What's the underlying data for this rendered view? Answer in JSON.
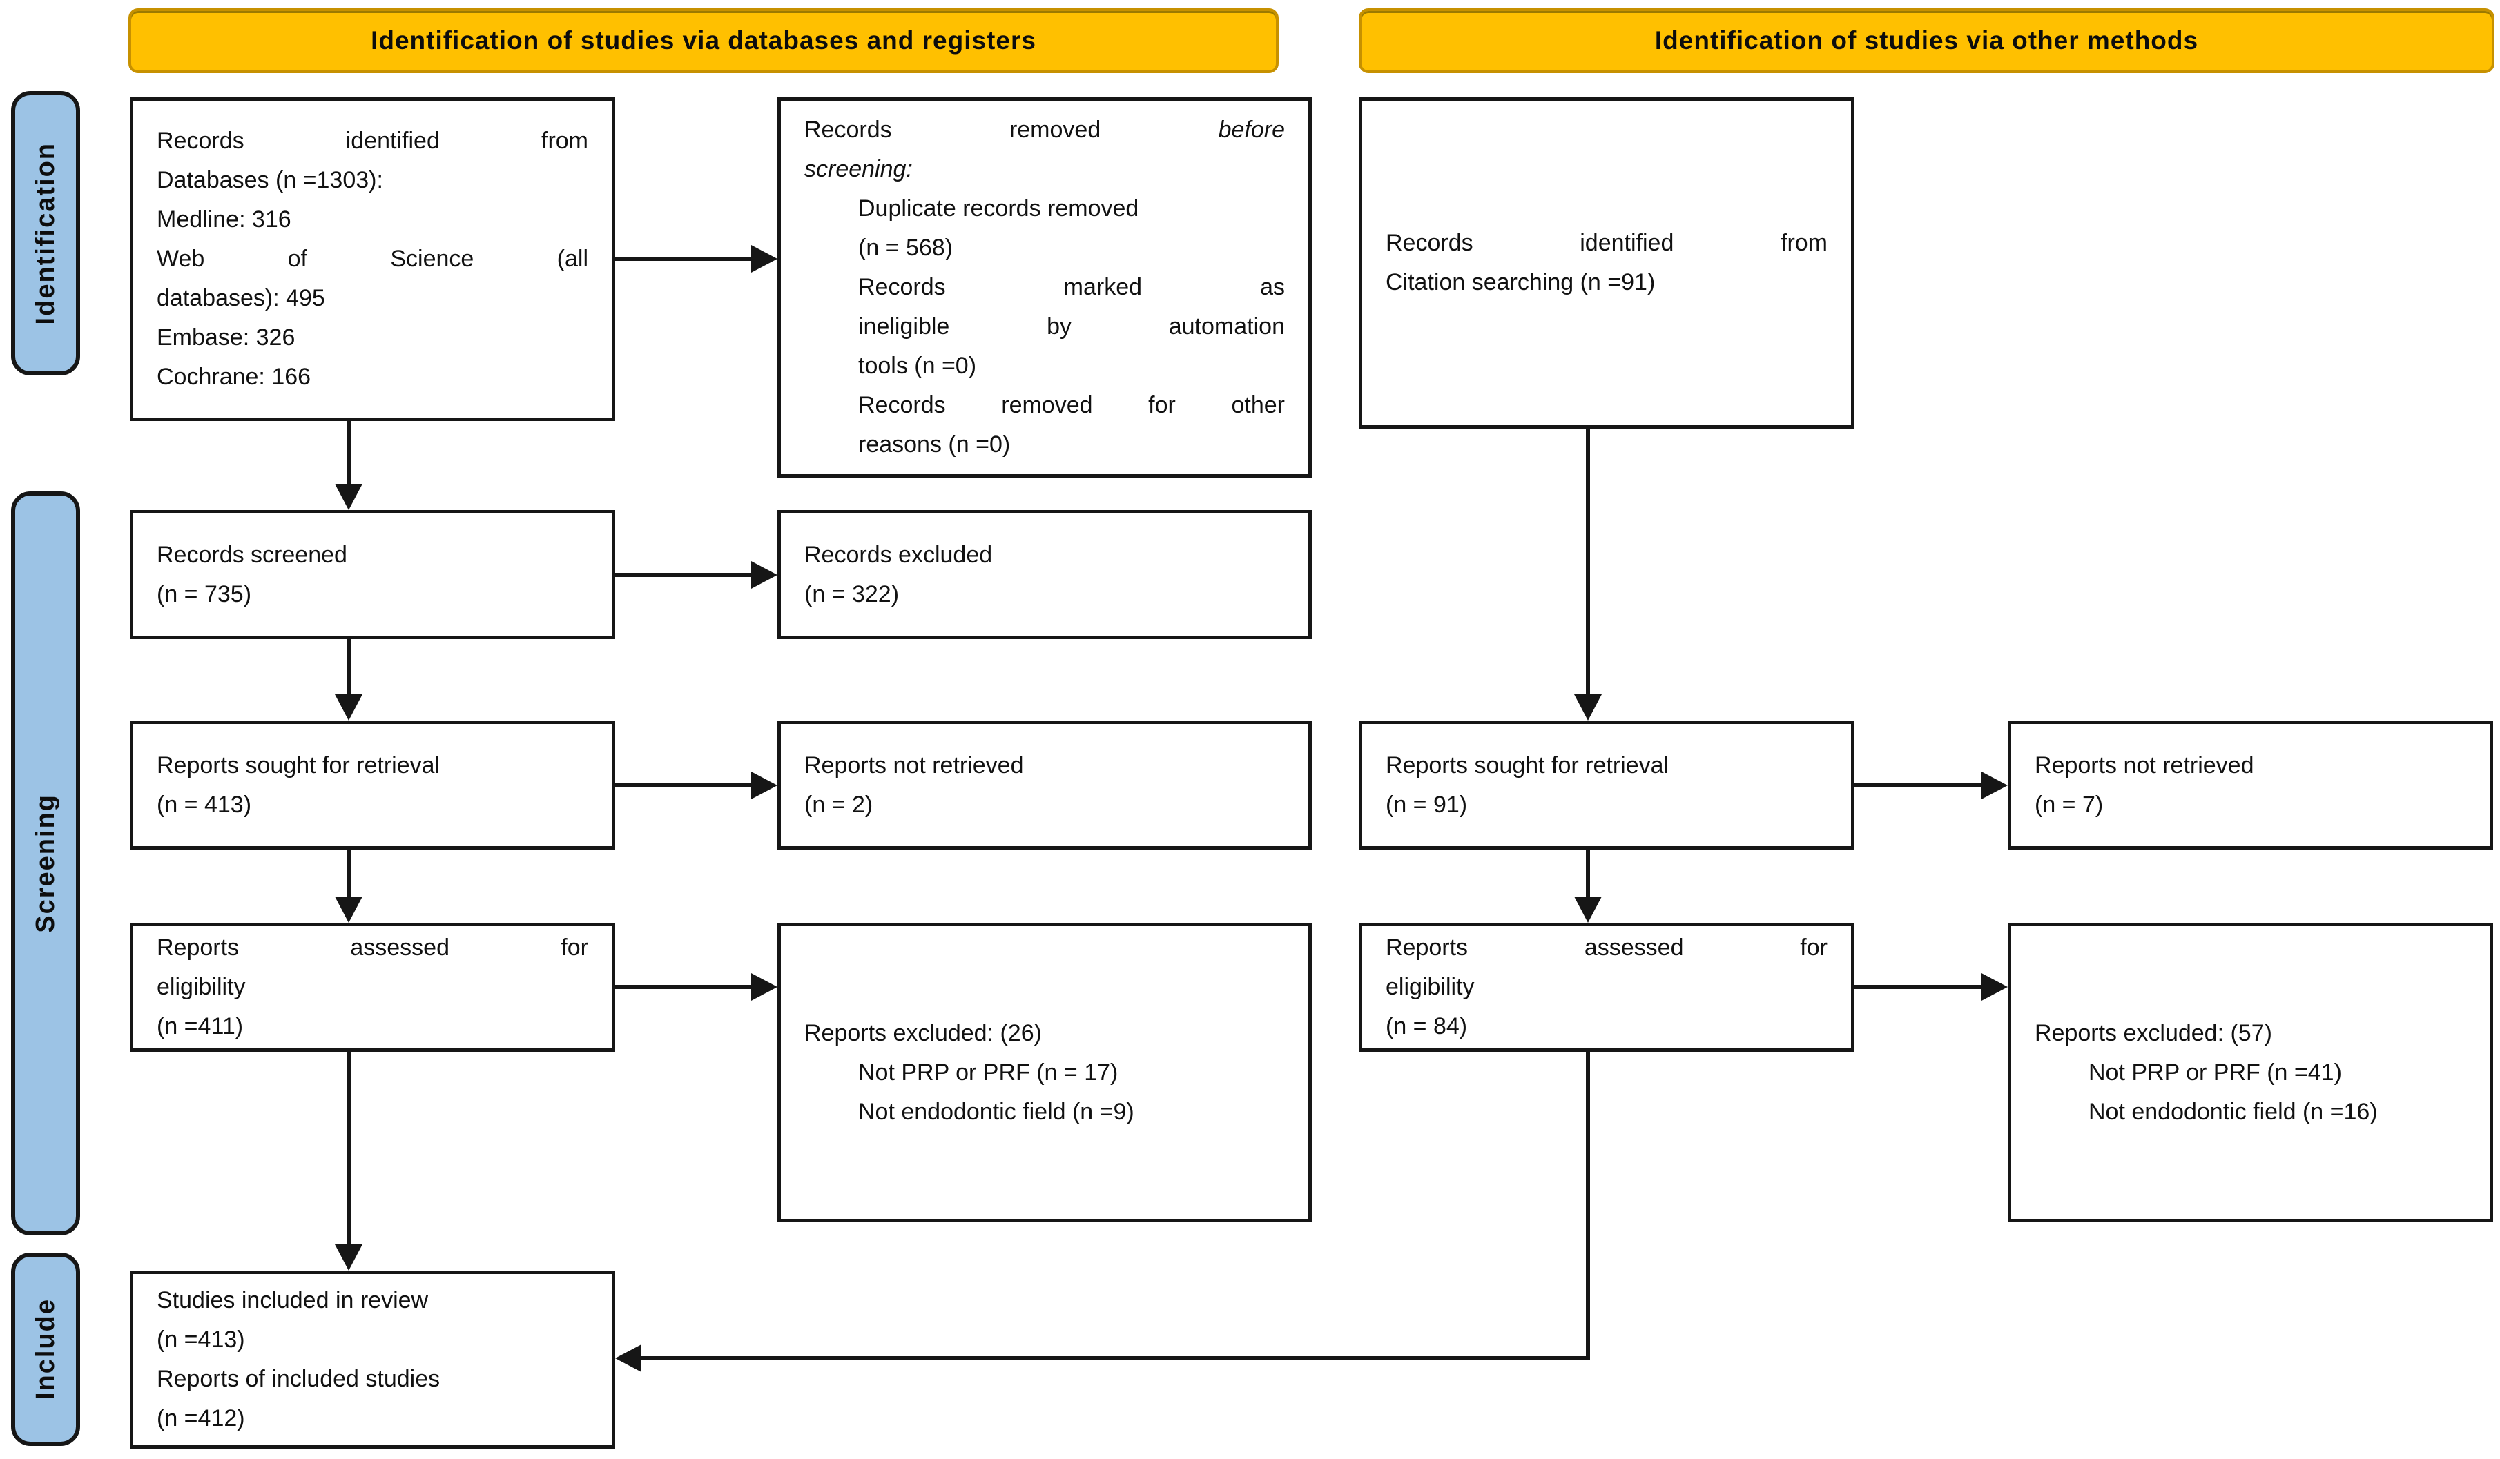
{
  "banners": {
    "left": "Identification of studies via databases and registers",
    "right": "Identification of studies via other methods"
  },
  "side_labels": {
    "identification": "Identification",
    "screening": "Screening",
    "include": "Include"
  },
  "colors": {
    "banner_fill": "#FFC000",
    "banner_border": "#C79100",
    "side_label_fill": "#9CC3E5",
    "box_border": "#161616",
    "arrow": "#161616",
    "text": "#111111"
  },
  "boxes": {
    "db_identified": {
      "lines": [
        {
          "words": [
            "Records",
            "identified",
            "from"
          ]
        },
        {
          "text": "Databases (n =1303):"
        },
        {
          "text": "Medline: 316"
        },
        {
          "words": [
            "Web",
            "of",
            "Science",
            "(all"
          ]
        },
        {
          "text": "databases): 495"
        },
        {
          "text": "Embase: 326"
        },
        {
          "text": "Cochrane: 166"
        }
      ]
    },
    "removed_before_screening": {
      "lines": [
        {
          "words": [
            "Records",
            "removed",
            "before"
          ],
          "italic_words": [
            2
          ]
        },
        {
          "text": "screening:",
          "italic": true
        },
        {
          "text": "Duplicate records removed",
          "indent": 1
        },
        {
          "text": "(n = 568)",
          "indent": 1
        },
        {
          "words": [
            "Records",
            "marked",
            "as"
          ],
          "indent": 1
        },
        {
          "words": [
            "ineligible",
            "by",
            "automation"
          ],
          "indent": 1
        },
        {
          "text": "tools (n =0)",
          "indent": 1
        },
        {
          "words": [
            "Records",
            "removed",
            "for",
            "other"
          ],
          "indent": 1
        },
        {
          "text": "reasons (n =0)",
          "indent": 1
        }
      ]
    },
    "citation_identified": {
      "lines": [
        {
          "words": [
            "Records",
            "identified",
            "from"
          ]
        },
        {
          "text": "Citation searching (n =91)"
        }
      ]
    },
    "records_screened": {
      "lines": [
        {
          "text": "Records screened"
        },
        {
          "text": "(n = 735)"
        }
      ]
    },
    "records_excluded": {
      "lines": [
        {
          "text": "Records excluded"
        },
        {
          "text": "(n = 322)"
        }
      ]
    },
    "reports_sought_db": {
      "lines": [
        {
          "text": "Reports sought for retrieval"
        },
        {
          "text": "(n = 413)"
        }
      ]
    },
    "reports_not_retrieved_db": {
      "lines": [
        {
          "text": "Reports not retrieved"
        },
        {
          "text": "(n = 2)"
        }
      ]
    },
    "reports_sought_other": {
      "lines": [
        {
          "text": "Reports sought for retrieval"
        },
        {
          "text": "(n = 91)"
        }
      ]
    },
    "reports_not_retrieved_other": {
      "lines": [
        {
          "text": "Reports not retrieved"
        },
        {
          "text": "(n = 7)"
        }
      ]
    },
    "reports_assessed_db": {
      "lines": [
        {
          "words": [
            "Reports",
            "assessed",
            "for"
          ]
        },
        {
          "text": "eligibility"
        },
        {
          "text": "(n =411)"
        }
      ]
    },
    "reports_excluded_db": {
      "lines": [
        {
          "text": "Reports excluded: (26)"
        },
        {
          "text": "Not PRP or PRF (n = 17)",
          "indent": 1
        },
        {
          "text": "Not endodontic field (n =9)",
          "indent": 1
        }
      ]
    },
    "reports_assessed_other": {
      "lines": [
        {
          "words": [
            "Reports",
            "assessed",
            "for"
          ]
        },
        {
          "text": "eligibility"
        },
        {
          "text": "(n = 84)"
        }
      ]
    },
    "reports_excluded_other": {
      "lines": [
        {
          "text": "Reports excluded: (57)"
        },
        {
          "text": "Not PRP or PRF (n =41)",
          "indent": 1
        },
        {
          "text": "Not endodontic field (n =16)",
          "indent": 1
        }
      ]
    },
    "studies_included": {
      "lines": [
        {
          "text": "Studies included in review"
        },
        {
          "text": "(n =413)"
        },
        {
          "text": "Reports of included studies"
        },
        {
          "text": "(n =412)"
        }
      ]
    }
  }
}
